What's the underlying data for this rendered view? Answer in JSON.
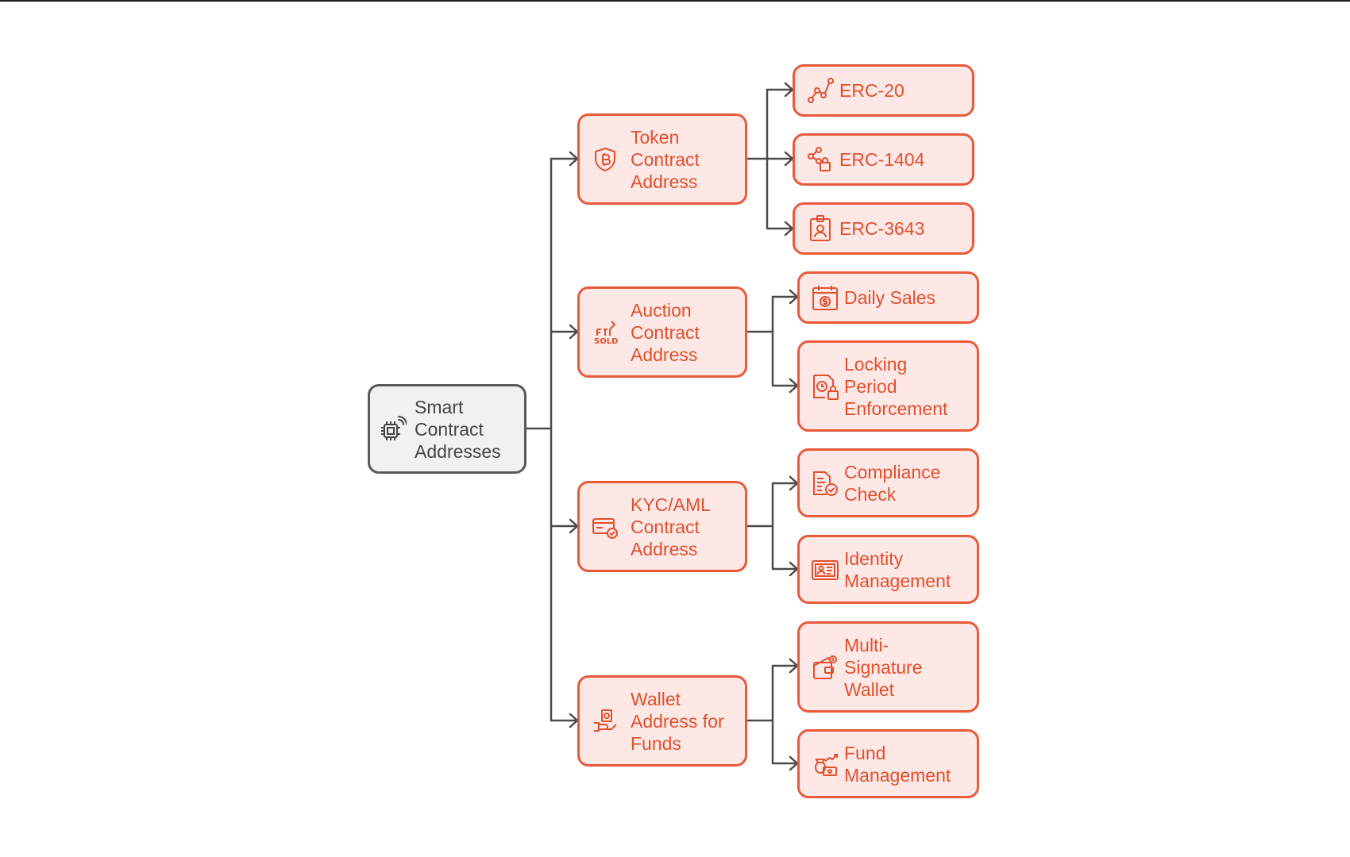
{
  "root": {
    "label": "Smart\nContract\nAddresses",
    "icon": "chip-icon"
  },
  "branches": [
    {
      "label": "Token\nContract\nAddress",
      "icon": "bitcoin-shield-icon",
      "children": [
        {
          "label": "ERC-20",
          "icon": "graph-nodes-icon"
        },
        {
          "label": "ERC-1404",
          "icon": "share-lock-icon"
        },
        {
          "label": "ERC-3643",
          "icon": "id-badge-icon"
        }
      ]
    },
    {
      "label": "Auction\nContract\nAddress",
      "icon": "sold-sign-icon",
      "children": [
        {
          "label": "Daily Sales",
          "icon": "calendar-dollar-icon"
        },
        {
          "label": "Locking\nPeriod\nEnforcement",
          "icon": "clock-lock-icon"
        }
      ]
    },
    {
      "label": "KYC/AML\nContract\nAddress",
      "icon": "card-check-icon",
      "children": [
        {
          "label": "Compliance\nCheck",
          "icon": "document-check-icon"
        },
        {
          "label": "Identity\nManagement",
          "icon": "id-card-icon"
        }
      ]
    },
    {
      "label": "Wallet\nAddress for\nFunds",
      "icon": "hand-money-icon",
      "children": [
        {
          "label": "Multi-\nSignature\nWallet",
          "icon": "wallet-icon"
        },
        {
          "label": "Fund\nManagement",
          "icon": "money-growth-icon"
        }
      ]
    }
  ],
  "colors": {
    "accent": "#e85a3a",
    "accent_fill": "#fde8e6",
    "root_border": "#5a5a5a",
    "root_fill": "#f1f1f1",
    "line": "#4a4a4a"
  }
}
